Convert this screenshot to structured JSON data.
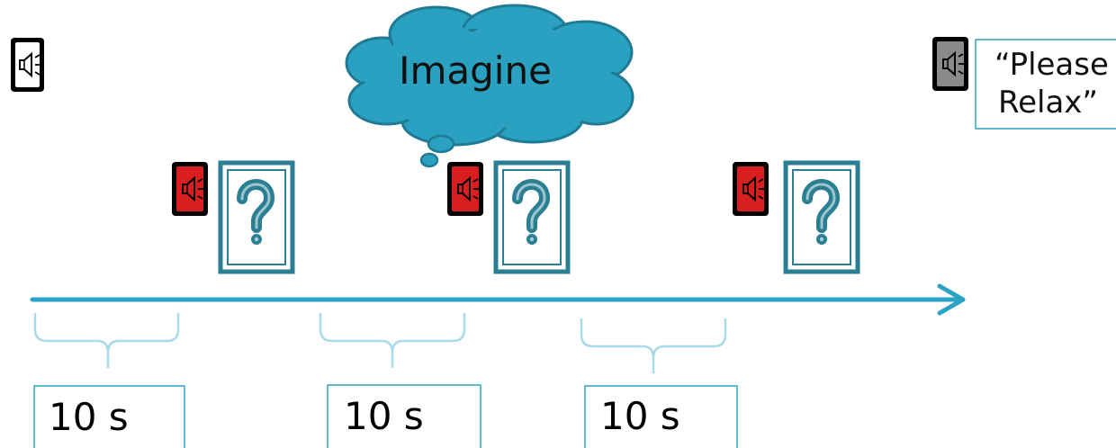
{
  "cloud": {
    "text": "Imagine"
  },
  "relax": {
    "line1": "“Please",
    "line2": "Relax”"
  },
  "intervals": [
    {
      "label": "10 s"
    },
    {
      "label": "10 s"
    },
    {
      "label": "10 s"
    }
  ],
  "icons": {
    "start_sound": "speaker-icon",
    "cue_sound": "speaker-icon",
    "end_sound": "speaker-icon",
    "card": "question-mark-icon"
  },
  "colors": {
    "accent": "#2aa3c4",
    "card_stroke": "#2b7f93",
    "cloud_fill": "#2aa1c0",
    "cue_red": "#d81e1e",
    "end_gray": "#8a8a8a"
  }
}
